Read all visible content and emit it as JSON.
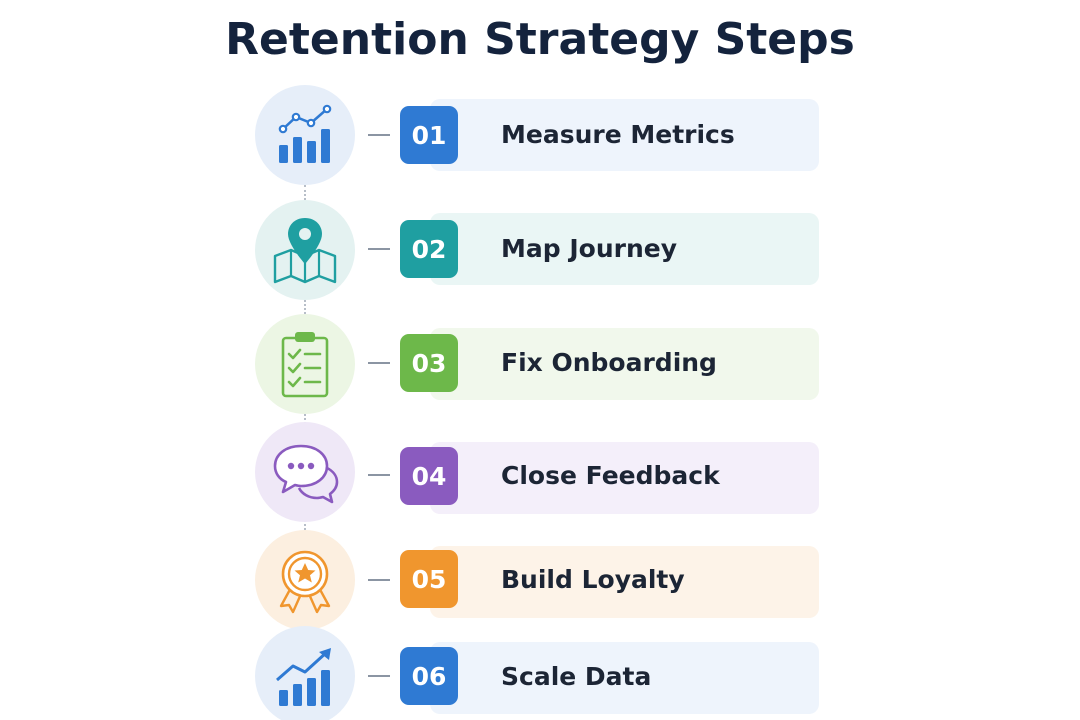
{
  "title": "Retention Strategy Steps",
  "steps": [
    {
      "number": "01",
      "label": "Measure Metrics",
      "icon": "bar-chart-line-icon",
      "accent": "#2f7ad3",
      "card_bg": "#eef4fc",
      "circle_bg": "#e6eef9"
    },
    {
      "number": "02",
      "label": "Map Journey",
      "icon": "map-pin-icon",
      "accent": "#1f9fa1",
      "card_bg": "#eaf6f5",
      "circle_bg": "#e4f2f1"
    },
    {
      "number": "03",
      "label": "Fix Onboarding",
      "icon": "clipboard-checklist-icon",
      "accent": "#6db84a",
      "card_bg": "#f1f8ec",
      "circle_bg": "#ecf6e4"
    },
    {
      "number": "04",
      "label": "Close Feedback",
      "icon": "chat-bubbles-icon",
      "accent": "#8a5bbf",
      "card_bg": "#f4effa",
      "circle_bg": "#efe8f7"
    },
    {
      "number": "05",
      "label": "Build Loyalty",
      "icon": "award-ribbon-icon",
      "accent": "#f0962e",
      "card_bg": "#fdf3e8",
      "circle_bg": "#fcefe0"
    },
    {
      "number": "06",
      "label": "Scale Data",
      "icon": "growth-chart-icon",
      "accent": "#2f7ad3",
      "card_bg": "#eef4fc",
      "circle_bg": "#e6eef9"
    }
  ]
}
